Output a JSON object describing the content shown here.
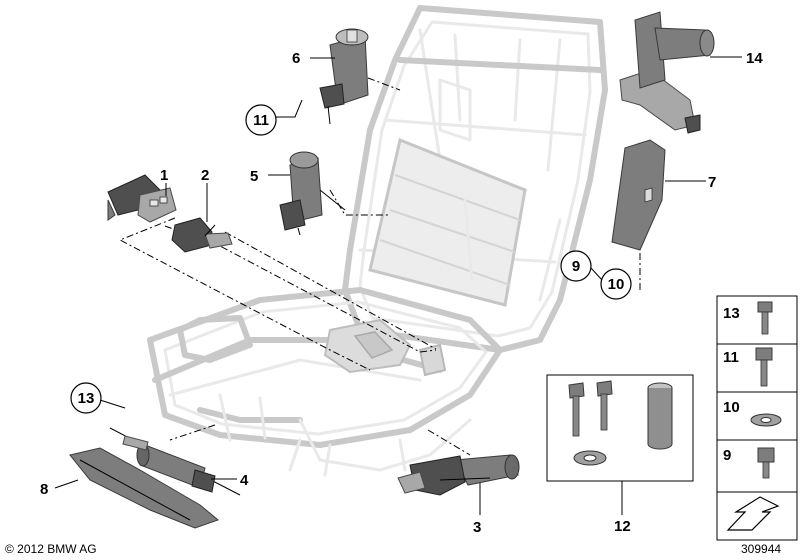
{
  "diagram": {
    "callouts": {
      "c1": "1",
      "c2": "2",
      "c3": "3",
      "c4": "4",
      "c5": "5",
      "c6": "6",
      "c7": "7",
      "c8": "8",
      "c9": "9",
      "c10": "10",
      "c11": "11",
      "c12": "12",
      "c13": "13",
      "c14": "14"
    },
    "legend": {
      "r13": "13",
      "r11": "11",
      "r10": "10",
      "r9": "9"
    },
    "copyright": "© 2012 BMW AG",
    "image_number": "309944"
  }
}
